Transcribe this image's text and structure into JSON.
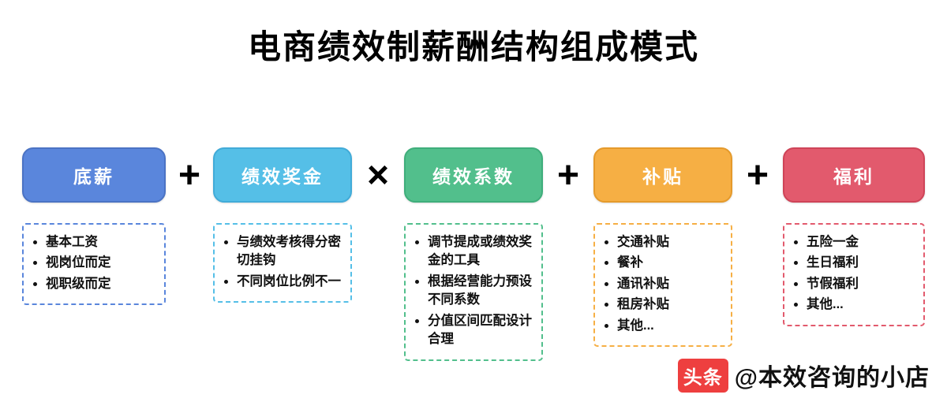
{
  "title": "电商绩效制薪酬结构组成模式",
  "flow": {
    "nodes": [
      {
        "label": "底薪",
        "color": "#5A86DC",
        "border": "#4B73C4",
        "items": [
          "基本工资",
          "视岗位而定",
          "视职级而定"
        ]
      },
      {
        "label": "绩效奖金",
        "color": "#55BFE7",
        "border": "#41ABD8",
        "items": [
          "与绩效考核得分密切挂钩",
          "不同岗位比例不一"
        ]
      },
      {
        "label": "绩效系数",
        "color": "#52BF8C",
        "border": "#3FAE7B",
        "items": [
          "调节提成或绩效奖金的工具",
          "根据经营能力预设不同系数",
          "分值区间匹配设计合理"
        ]
      },
      {
        "label": "补贴",
        "color": "#F6AF44",
        "border": "#E59A2B",
        "items": [
          "交通补贴",
          "餐补",
          "通讯补贴",
          "租房补贴",
          "其他..."
        ]
      },
      {
        "label": "福利",
        "color": "#E25A6D",
        "border": "#CF4458",
        "items": [
          "五险一金",
          "生日福利",
          "节假福利",
          "其他..."
        ]
      }
    ],
    "operators": [
      "+",
      "×",
      "+",
      "+"
    ]
  },
  "watermark": {
    "badge": "头条",
    "handle": "@本效咨询的小店"
  }
}
